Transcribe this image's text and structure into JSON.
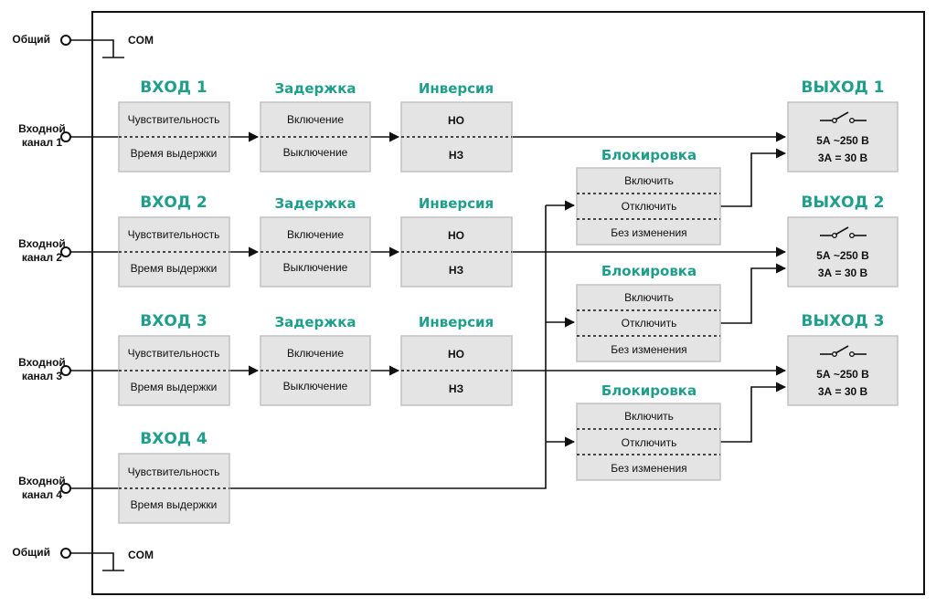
{
  "left_labels": {
    "common_top": "Общий",
    "ch1": [
      "Входной",
      "канал 1"
    ],
    "ch2": [
      "Входной",
      "канал 2"
    ],
    "ch3": [
      "Входной",
      "канал 3"
    ],
    "ch4": [
      "Входной",
      "канал 4"
    ],
    "common_bottom": "Общий"
  },
  "com_top": "COM",
  "com_bottom": "COM",
  "inputs": [
    {
      "heading": "ВХОД 1",
      "row1": "Чувствительность",
      "row2": "Время выдержки"
    },
    {
      "heading": "ВХОД 2",
      "row1": "Чувствительность",
      "row2": "Время выдержки"
    },
    {
      "heading": "ВХОД 3",
      "row1": "Чувствительность",
      "row2": "Время выдержки"
    },
    {
      "heading": "ВХОД 4",
      "row1": "Чувствительность",
      "row2": "Время выдержки"
    }
  ],
  "delays": [
    {
      "heading": "Задержка",
      "row1": "Включение",
      "row2": "Выключение"
    },
    {
      "heading": "Задержка",
      "row1": "Включение",
      "row2": "Выключение"
    },
    {
      "heading": "Задержка",
      "row1": "Включение",
      "row2": "Выключение"
    }
  ],
  "inversions": [
    {
      "heading": "Инверсия",
      "row1": "НО",
      "row2": "НЗ"
    },
    {
      "heading": "Инверсия",
      "row1": "НО",
      "row2": "НЗ"
    },
    {
      "heading": "Инверсия",
      "row1": "НО",
      "row2": "НЗ"
    }
  ],
  "blocks": [
    {
      "heading": "Блокировка",
      "rows": [
        "Включить",
        "Отключить",
        "Без изменения"
      ]
    },
    {
      "heading": "Блокировка",
      "rows": [
        "Включить",
        "Отключить",
        "Без изменения"
      ]
    },
    {
      "heading": "Блокировка",
      "rows": [
        "Включить",
        "Отключить",
        "Без изменения"
      ]
    }
  ],
  "outputs": [
    {
      "heading": "ВЫХОД 1",
      "spec1": "5А ~250 В",
      "spec2": "3А = 30 В"
    },
    {
      "heading": "ВЫХОД 2",
      "spec1": "5А ~250 В",
      "spec2": "3А = 30 В"
    },
    {
      "heading": "ВЫХОД 3",
      "spec1": "5А ~250 В",
      "spec2": "3А = 30 В"
    }
  ],
  "colors": {
    "heading": "#1f9e8c",
    "box_fill": "#e4e4e4",
    "box_border": "#c2c2c2"
  }
}
